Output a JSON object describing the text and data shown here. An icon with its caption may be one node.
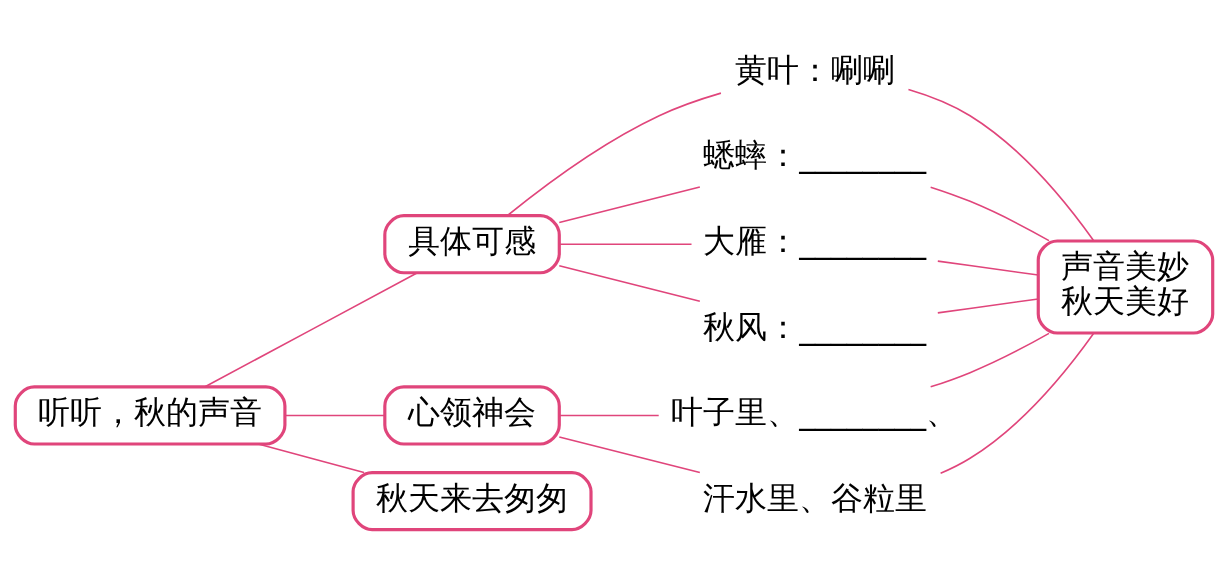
{
  "diagram": {
    "nodes": [
      {
        "text": [
          "听听，秋的声音"
        ]
      },
      {
        "text": [
          "具体可感"
        ]
      },
      {
        "text": [
          "黄叶：唰唰"
        ]
      },
      {
        "text": [
          "蟋蟀：________"
        ]
      },
      {
        "text": [
          "大雁：________"
        ]
      },
      {
        "text": [
          "秋风：________"
        ]
      },
      {
        "text": [
          "心领神会"
        ]
      },
      {
        "text": [
          "叶子里、________、"
        ]
      },
      {
        "text": [
          "汗水里、谷粒里"
        ]
      },
      {
        "text": [
          "秋天来去匆匆"
        ]
      },
      {
        "text": [
          "声音美妙",
          "秋天美好"
        ]
      }
    ],
    "edges": [
      {
        "from": 0,
        "to": 1,
        "arrow": "none",
        "color": "#e0457b"
      },
      {
        "from": 0,
        "to": 6,
        "arrow": "none",
        "color": "#e0457b"
      },
      {
        "from": 0,
        "to": 9,
        "arrow": "none",
        "color": "#e0457b"
      },
      {
        "from": 1,
        "to": 2,
        "arrow": "none",
        "color": "#e0457b"
      },
      {
        "from": 1,
        "to": 3,
        "arrow": "none",
        "color": "#e0457b"
      },
      {
        "from": 1,
        "to": 4,
        "arrow": "none",
        "color": "#e0457b"
      },
      {
        "from": 1,
        "to": 5,
        "arrow": "none",
        "color": "#e0457b"
      },
      {
        "from": 6,
        "to": 7,
        "arrow": "none",
        "color": "#e0457b"
      },
      {
        "from": 6,
        "to": 8,
        "arrow": "none",
        "color": "#e0457b"
      },
      {
        "from": 2,
        "to": 10,
        "arrow": "none",
        "color": "#e0457b"
      },
      {
        "from": 3,
        "to": 10,
        "arrow": "none",
        "color": "#e0457b"
      },
      {
        "from": 4,
        "to": 10,
        "arrow": "none",
        "color": "#e0457b"
      },
      {
        "from": 5,
        "to": 10,
        "arrow": "none",
        "color": "#e0457b"
      },
      {
        "from": 7,
        "to": 10,
        "arrow": "none",
        "color": "#e0457b"
      },
      {
        "from": 8,
        "to": 10,
        "arrow": "none",
        "color": "#e0457b"
      }
    ]
  }
}
